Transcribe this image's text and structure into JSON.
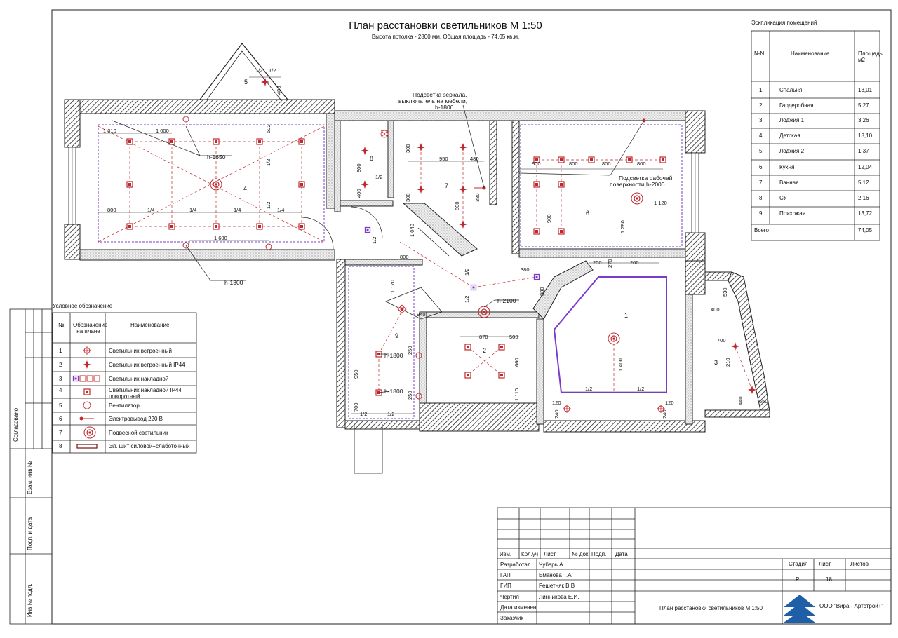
{
  "drawing": {
    "title": "План расстановки светильников М 1:50",
    "subtitle": "Высота потолка - 2800 мм. Общая площадь - 74,05 кв.м."
  },
  "explication": {
    "caption": "Эскпликация помещений",
    "headers": [
      "N-N",
      "Наименование",
      "Площадь м2"
    ],
    "rows": [
      {
        "n": "1",
        "name": "Спальня",
        "area": "13,01"
      },
      {
        "n": "2",
        "name": "Гардеробная",
        "area": "5,27"
      },
      {
        "n": "3",
        "name": "Лоджия 1",
        "area": "3,26"
      },
      {
        "n": "4",
        "name": "Детская",
        "area": "18,10"
      },
      {
        "n": "5",
        "name": "Лоджия 2",
        "area": "1,37"
      },
      {
        "n": "6",
        "name": "Кухня",
        "area": "12,04"
      },
      {
        "n": "7",
        "name": "Ванная",
        "area": "5,12"
      },
      {
        "n": "8",
        "name": "СУ",
        "area": "2,16"
      },
      {
        "n": "9",
        "name": "Прихожая",
        "area": "13,72"
      }
    ],
    "total_label": "Всего",
    "total_value": "74,05"
  },
  "legend": {
    "caption": "Условное обозначение",
    "headers": [
      "№",
      "Обозначение на плане",
      "Наименование"
    ],
    "rows": [
      {
        "n": "1",
        "name": "Светильник встроенный",
        "icon": "recessed-light-icon"
      },
      {
        "n": "2",
        "name": "Светильник встроенный IP44",
        "icon": "recessed-light-ip44-icon"
      },
      {
        "n": "3",
        "name": "Светильник накладной",
        "icon": "surface-light-icon"
      },
      {
        "n": "4",
        "name": "Светильник накладной IP44 поворотный",
        "icon": "surface-light-ip44-icon"
      },
      {
        "n": "5",
        "name": "Вентилятор",
        "icon": "fan-icon"
      },
      {
        "n": "6",
        "name": "Электровывод 220 В",
        "icon": "power-outlet-icon"
      },
      {
        "n": "7",
        "name": "Подвесной светильник",
        "icon": "pendant-light-icon"
      },
      {
        "n": "8",
        "name": "Эл. щит силовой+слаботочный",
        "icon": "panel-icon"
      }
    ]
  },
  "side_stamp": [
    "Согласовано",
    "Взам. инв.№",
    "Подп. и дата",
    "Инв.№ подл."
  ],
  "title_block": {
    "header": [
      "Изм.",
      "Кол.уч",
      "Лист",
      "№ док",
      "Подп.",
      "Дата"
    ],
    "roles": [
      {
        "role": "Разработал",
        "name": "Чубарь А."
      },
      {
        "role": "ГАП",
        "name": "Еманова Т.А."
      },
      {
        "role": "ГИП",
        "name": "Решетняк В.В"
      },
      {
        "role": "Чертил",
        "name": "Линникова Е.И."
      },
      {
        "role": "Дата изменен",
        "name": ""
      },
      {
        "role": "Заказчик",
        "name": ""
      }
    ],
    "stage_label": "Стадия",
    "sheet_label": "Лист",
    "sheets_label": "Листов",
    "stage": "Р",
    "sheet": "18",
    "sheet_name": "План расстановки светильников М 1:50",
    "company": "ООО \"Вира - Артстрой+\""
  },
  "plan": {
    "room_numbers": [
      "1",
      "2",
      "3",
      "4",
      "5",
      "6",
      "7",
      "8",
      "9"
    ],
    "callouts": {
      "h1650": "h-1650",
      "h1300": "h-1300",
      "h2100": "h-2100",
      "h1800a": "h-1800",
      "h1800b": "h-1800",
      "mirror_1": "Подсветка зеркала,",
      "mirror_2": "выключатель на мебели,",
      "mirror_3": "h-1800",
      "work_1": "Подсветка рабочей",
      "work_2": "поверхности,h-2000"
    },
    "dims": {
      "d1310": "1 310",
      "d1000": "1 000",
      "d502": "502",
      "d400a": "400",
      "half_a": "1/2",
      "half_b": "1/2",
      "d800_4": "800",
      "q1": "1/4",
      "q2": "1/4",
      "q3": "1/4",
      "q4": "1/4",
      "d1600": "1 600",
      "h4a": "1/2",
      "h4b": "1/2",
      "d800_8": "800",
      "d400_8": "400",
      "h8": "1/2",
      "d300a": "300",
      "d950": "950",
      "d480": "480",
      "d300b": "300",
      "d800_7": "800",
      "d380a": "380",
      "d900a": "900",
      "d800k1": "800",
      "d800k2": "800",
      "d800k3": "800",
      "d900b": "900",
      "d1120": "1 120",
      "d1280": "1 280",
      "d1040": "1 040",
      "h9a": "1/2",
      "d800_9": "800",
      "d1170": "1 170",
      "d940": "940",
      "d250a": "250",
      "d950_9": "950",
      "d700_9": "700",
      "d250b": "250",
      "h9b": "1/2",
      "h9c": "1/2",
      "h_c1": "1/2",
      "h_c2": "1/2",
      "d380b": "380",
      "d880": "880",
      "d870": "870",
      "d500": "500",
      "d660": "660",
      "d1110": "1 110",
      "d200a": "200",
      "d270": "270",
      "d200b": "200",
      "d1400": "1 400",
      "h1a": "1/2",
      "h1b": "1/2",
      "d120a": "120",
      "d120b": "120",
      "d240a": "240",
      "d240b": "240",
      "d400_3": "400",
      "d530": "530",
      "d700_3": "700",
      "d210": "210",
      "d440": "440",
      "d650": "650"
    }
  }
}
